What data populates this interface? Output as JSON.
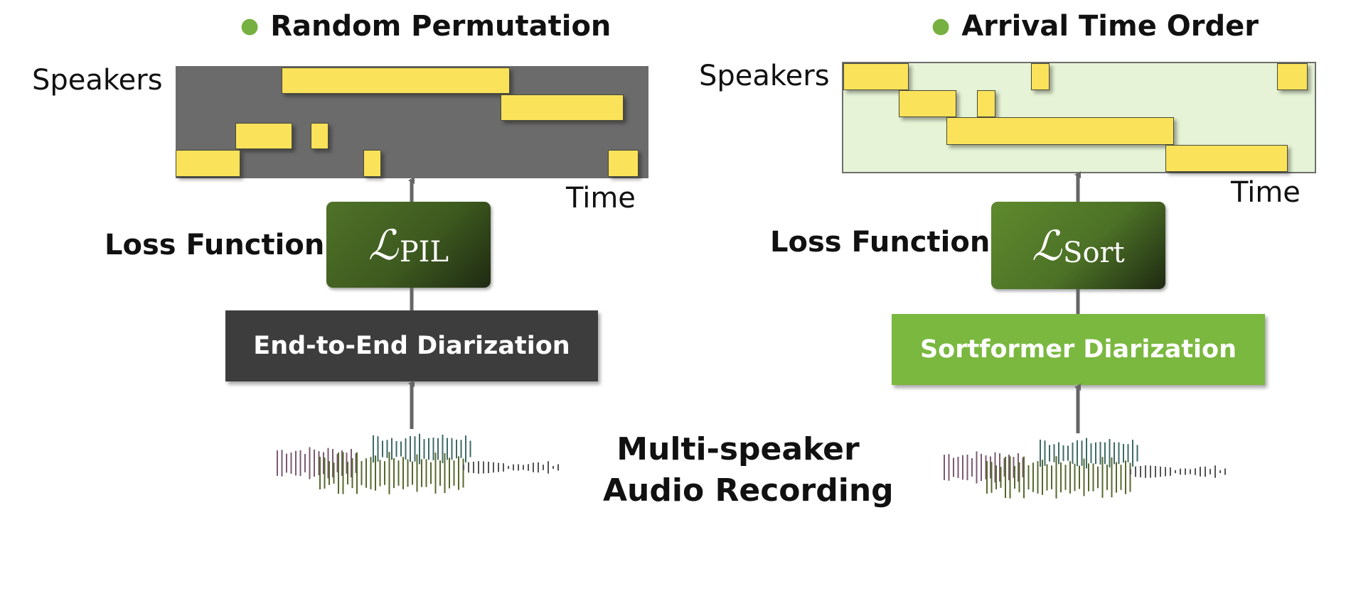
{
  "left": {
    "title": "Random Permutation",
    "y_label": "Speakers",
    "x_label": "Time",
    "loss_label": "Loss Function",
    "loss_symbol": "ℒ",
    "loss_subscript": "PIL",
    "model_label": "End-to-End Diarization",
    "panel_color": "#6b6b6b",
    "model_color": "#3d3d3d"
  },
  "right": {
    "title": "Arrival Time Order",
    "y_label": "Speakers",
    "x_label": "Time",
    "loss_label": "Loss Function",
    "loss_symbol": "ℒ",
    "loss_subscript": "Sort",
    "model_label": "Sortformer Diarization",
    "panel_color": "#e6f3d6",
    "model_color": "#7ab83f"
  },
  "center": {
    "line1": "Multi-speaker",
    "line2": "Audio Recording"
  },
  "colors": {
    "bullet": "#76b041",
    "segment": "#fae35a"
  }
}
